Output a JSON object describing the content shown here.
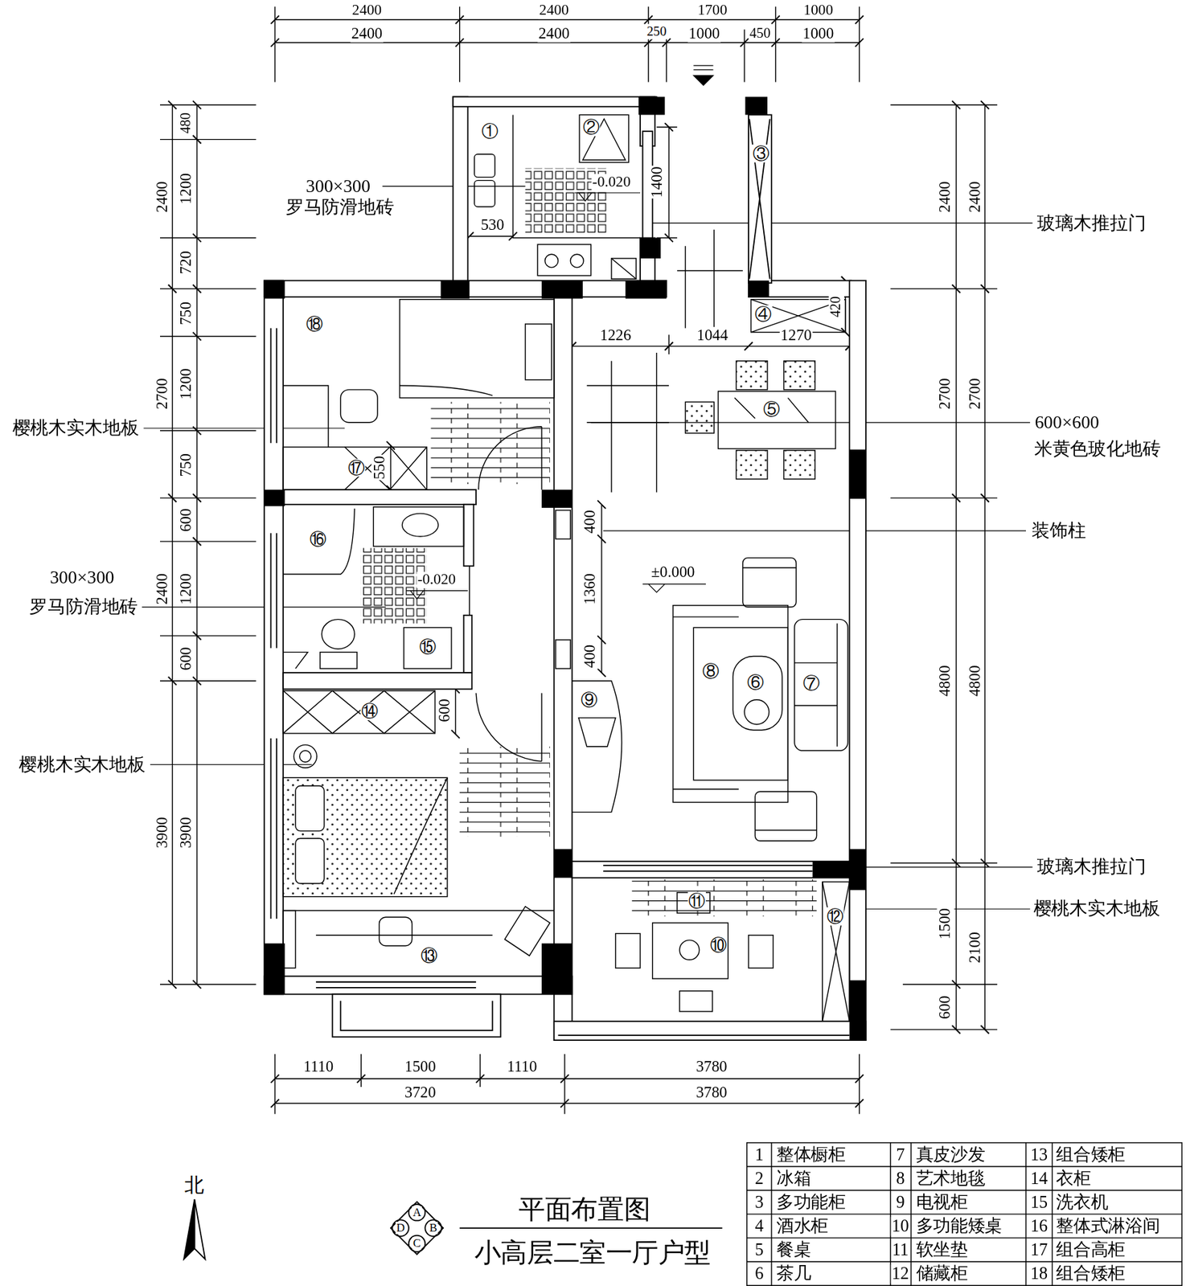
{
  "diagram": {
    "title": "平面布置图",
    "caption": "小高层二室一厅户型",
    "labels": [
      "2400",
      "2400",
      "1700",
      "1000",
      "2400",
      "2400",
      "250",
      "1000",
      "450",
      "1000",
      "2400",
      "2700",
      "2400",
      "3900",
      "480",
      "1200",
      "720",
      "750",
      "1200",
      "750",
      "600",
      "1200",
      "600",
      "3900",
      "2400",
      "2700",
      "4800",
      "1500",
      "600",
      "2400",
      "2700",
      "4800",
      "2100",
      "1110",
      "1500",
      "1110",
      "3780",
      "3720",
      "3780",
      "1400",
      "530",
      "420",
      "1226",
      "1044",
      "1270",
      "550",
      "400",
      "1360",
      "400",
      "600",
      "-0.020",
      "-0.020",
      "±0.000",
      "300×300",
      "罗马防滑地砖",
      "樱桃木实木地板",
      "300×300",
      "罗马防滑地砖",
      "樱桃木实木地板",
      "玻璃木推拉门",
      "600×600",
      "米黄色玻化地砖",
      "装饰柱",
      "玻璃木推拉门",
      "樱桃木实木地板",
      "①",
      "②",
      "③",
      "④",
      "⑤",
      "⑥",
      "⑦",
      "⑧",
      "⑨",
      "⑩",
      "⑪",
      "⑫",
      "⑬",
      "⑭",
      "⑮",
      "⑯",
      "⑰",
      "⑱",
      "1",
      "整体橱柜",
      "7",
      "真皮沙发",
      "13",
      "组合矮柜",
      "2",
      "冰箱",
      "8",
      "艺术地毯",
      "14",
      "衣柜",
      "3",
      "多功能柜",
      "9",
      "电视柜",
      "15",
      "洗衣机",
      "4",
      "酒水柜",
      "10",
      "多功能矮桌",
      "16",
      "整体式淋浴间",
      "5",
      "餐桌",
      "11",
      "软坐垫",
      "17",
      "组合高柜",
      "6",
      "茶几",
      "12",
      "储藏柜",
      "18",
      "组合矮柜",
      "北",
      "A",
      "B",
      "C",
      "D"
    ]
  }
}
